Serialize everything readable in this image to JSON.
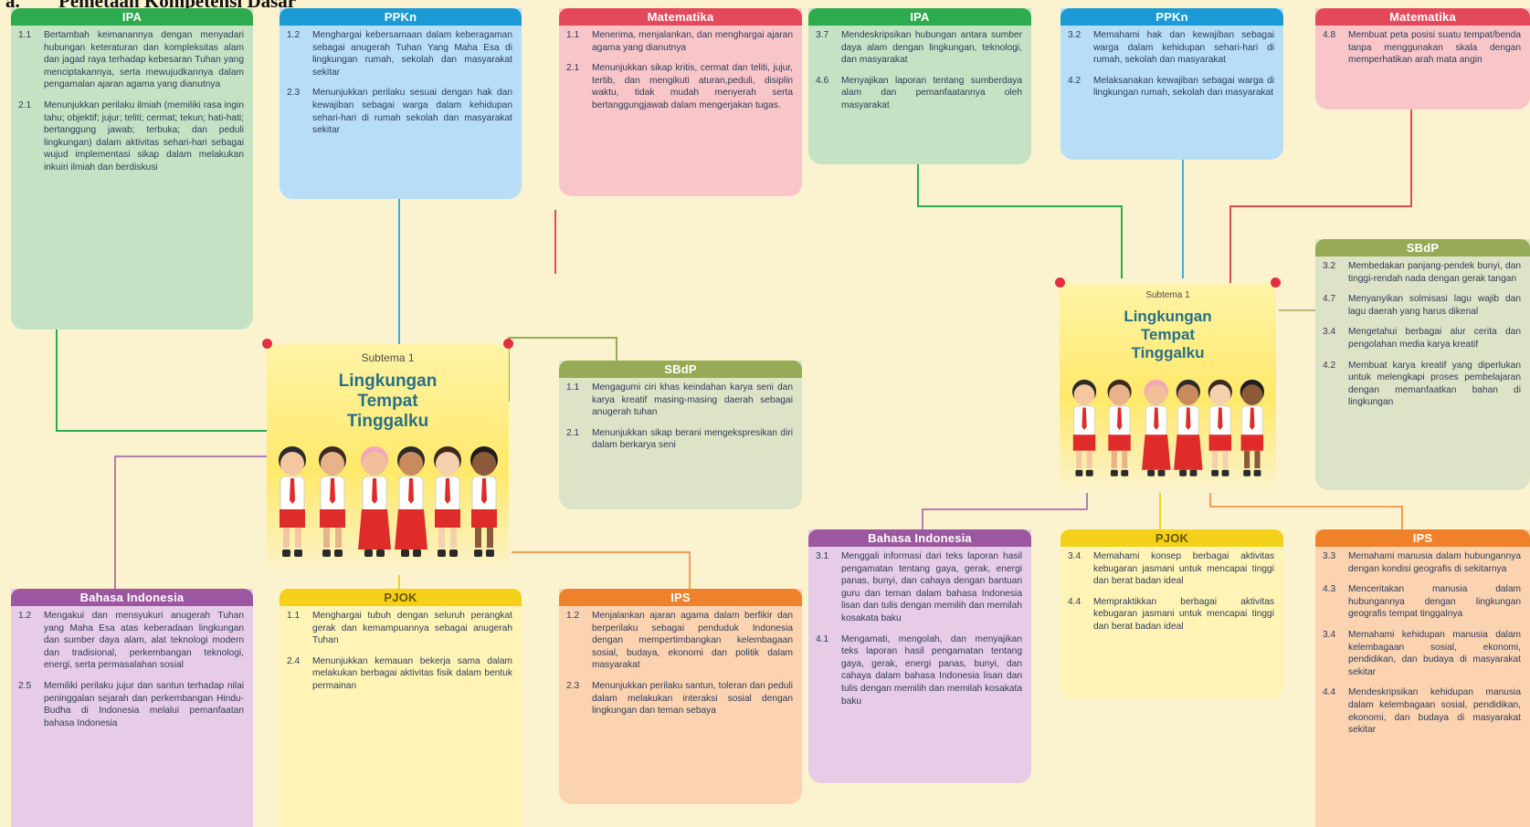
{
  "title": {
    "number": "a.",
    "text": "Pemetaan Kompetensi Dasar"
  },
  "colors": {
    "ipa": "#2eaa4f",
    "ipa_bg": "#c6e2c4",
    "ppkn": "#1b9ad6",
    "ppkn_bg": "#b7def6",
    "mat": "#e4495b",
    "mat_bg": "#f8c6c8",
    "sbdp": "#97aa55",
    "sbdp_bg": "#dde3c6",
    "bindo": "#9b57a0",
    "bindo_bg": "#e6cce6",
    "pjok": "#f3d11a",
    "pjok_bg": "#fff4b5",
    "ips": "#f0812b",
    "ips_bg": "#fbd3b1",
    "line_blue": "#3aaee0",
    "line_green": "#2eaa4f",
    "line_red": "#e4495b",
    "line_olive": "#97aa55",
    "line_purple": "#9b57a0",
    "line_orange": "#f0812b"
  },
  "left": {
    "ipa": {
      "header": "IPA",
      "items": [
        {
          "n": "1.1",
          "t": "Bertambah keimanannya dengan menyadari hubungan keteraturan dan kompleksitas alam dan jagad raya terhadap kebesaran Tuhan yang menciptakannya, serta mewujudkannya dalam pengamalan ajaran agama yang dianutnya"
        },
        {
          "n": "2.1",
          "t": "Menunjukkan perilaku ilmiah (memiliki rasa ingin tahu; objektif; jujur; teliti; cermat; tekun; hati-hati; bertanggung jawab; terbuka; dan peduli lingkungan) dalam aktivitas sehari-hari sebagai wujud implementasi sikap dalam melakukan inkuiri ilmiah dan berdiskusi"
        }
      ]
    },
    "ppkn": {
      "header": "PPKn",
      "items": [
        {
          "n": "1.2",
          "t": "Menghargai kebersamaan dalam keberagaman sebagai anugerah Tuhan Yang Maha Esa di lingkungan rumah, sekolah dan masyarakat sekitar"
        },
        {
          "n": "2.3",
          "t": "Menunjukkan perilaku sesuai dengan hak dan kewajiban sebagai warga dalam kehidupan sehari-hari di rumah sekolah dan masyarakat sekitar"
        }
      ]
    },
    "mat": {
      "header": "Matematika",
      "items": [
        {
          "n": "1.1",
          "t": "Menerima, menjalankan, dan menghargai ajaran agama yang dianutnya"
        },
        {
          "n": "2.1",
          "t": "Menunjukkan sikap kritis, cermat dan teliti, jujur, tertib, dan mengikuti aturan,peduli, disiplin waktu, tidak mudah menyerah serta bertanggungjawab dalam mengerjakan tugas."
        }
      ]
    },
    "sbdp": {
      "header": "SBdP",
      "items": [
        {
          "n": "1.1",
          "t": "Mengagumi ciri khas keindahan karya seni dan karya kreatif masing-masing daerah sebagai anugerah tuhan"
        },
        {
          "n": "2.1",
          "t": "Menunjukkan sikap berani mengekspresikan diri dalam berkarya seni"
        }
      ]
    },
    "bindo": {
      "header": "Bahasa Indonesia",
      "items": [
        {
          "n": "1.2",
          "t": "Mengakui dan mensyukuri anugerah Tuhan yang Maha Esa atas keberadaan lingkungan dan sumber daya alam, alat teknologi modern dan tradisional, perkembangan teknologi, energi, serta permasalahan sosial"
        },
        {
          "n": "2.5",
          "t": "Memiliki perilaku jujur dan santun terhadap nilai peninggalan sejarah dan perkembangan Hindu-Budha di Indonesia melalui pemanfaatan bahasa Indonesia"
        }
      ]
    },
    "pjok": {
      "header": "PJOK",
      "items": [
        {
          "n": "1.1",
          "t": "Menghargai tubuh dengan seluruh perangkat gerak dan kemampuannya sebagai anugerah Tuhan"
        },
        {
          "n": "2.4",
          "t": "Menunjukkan kemauan bekerja sama dalam melakukan berbagai aktivitas fisik dalam bentuk permainan"
        }
      ]
    },
    "ips": {
      "header": "IPS",
      "items": [
        {
          "n": "1.2",
          "t": "Menjalankan ajaran agama dalam berfikir dan berperilaku sebagai penduduk Indonesia dengan mempertimbangkan kelembagaan sosial, budaya, ekonomi dan politik dalam masyarakat"
        },
        {
          "n": "2.3",
          "t": "Menunjukkan perilaku santun, toleran dan peduli dalam melakukan interaksi sosial dengan lingkungan dan teman sebaya"
        }
      ]
    },
    "poster": {
      "subtitle": "Subtema 1",
      "title_lines": [
        "Lingkungan",
        "Tempat",
        "Tinggalku"
      ]
    }
  },
  "right": {
    "ipa": {
      "header": "IPA",
      "items": [
        {
          "n": "3.7",
          "t": "Mendeskripsikan hubungan antara sumber daya alam dengan lingkungan, teknologi, dan masyarakat"
        },
        {
          "n": "4.6",
          "t": "Menyajikan laporan tentang sumberdaya alam dan pemanfaatannya oleh masyarakat"
        }
      ]
    },
    "ppkn": {
      "header": "PPKn",
      "items": [
        {
          "n": "3.2",
          "t": "Memahami hak dan kewajiban sebagai warga dalam kehidupan sehari-hari di rumah, sekolah dan masyarakat"
        },
        {
          "n": "4.2",
          "t": "Melaksanakan kewajiban sebagai warga di lingkungan rumah, sekolah dan masyarakat"
        }
      ]
    },
    "mat": {
      "header": "Matematika",
      "items": [
        {
          "n": "4.8",
          "t": "Membuat peta posisi suatu tempat/benda tanpa menggunakan skala dengan memperhatikan arah mata angin"
        }
      ]
    },
    "sbdp": {
      "header": "SBdP",
      "items": [
        {
          "n": "3.2",
          "t": "Membedakan panjang-pendek bunyi, dan tinggi-rendah nada dengan gerak tangan"
        },
        {
          "n": "4.7",
          "t": "Menyanyikan solmisasi lagu wajib dan lagu daerah yang harus dikenal"
        },
        {
          "n": "3.4",
          "t": "Mengetahui berbagai alur cerita dan pengolahan media karya kreatif"
        },
        {
          "n": "4.2",
          "t": "Membuat karya kreatif yang diperlukan untuk melengkapi proses pembelajaran dengan memanfaatkan bahan di lingkungan"
        }
      ]
    },
    "bindo": {
      "header": "Bahasa Indonesia",
      "items": [
        {
          "n": "3.1",
          "t": "Menggali informasi dari teks laporan hasil pengamatan tentang gaya, gerak, energi panas, bunyi, dan cahaya dengan bantuan guru dan teman dalam bahasa Indonesia lisan dan tulis dengan memilih dan memilah kosakata baku"
        },
        {
          "n": "4.1",
          "t": "Mengamati, mengolah, dan menyajikan teks laporan hasil pengamatan tentang gaya, gerak, energi panas, bunyi, dan cahaya dalam bahasa Indonesia lisan dan tulis dengan memilih dan memilah kosakata baku"
        }
      ]
    },
    "pjok": {
      "header": "PJOK",
      "items": [
        {
          "n": "3.4",
          "t": "Memahami konsep berbagai aktivitas kebugaran jasmani untuk mencapai tinggi dan berat badan ideal"
        },
        {
          "n": "4.4",
          "t": "Mempraktikkan berbagai aktivitas kebugaran jasmani untuk mencapai tinggi dan berat badan ideal"
        }
      ]
    },
    "ips": {
      "header": "IPS",
      "items": [
        {
          "n": "3.3",
          "t": "Memahami manusia dalam hubungannya dengan kondisi geografis di sekitarnya"
        },
        {
          "n": "4.3",
          "t": "Menceritakan manusia dalam hubungannya dengan lingkungan geografis tempat tinggalnya"
        },
        {
          "n": "3.4",
          "t": "Memahami kehidupan manusia dalam kelembagaan sosial, ekonomi, pendidikan, dan budaya di masyarakat sekitar"
        },
        {
          "n": "4.4",
          "t": "Mendeskripsikan kehidupan manusia dalam kelembagaan sosial, pendidikan, ekonomi, dan budaya di masyarakat sekitar"
        }
      ]
    },
    "poster": {
      "subtitle": "Subtema 1",
      "title_lines": [
        "Lingkungan",
        "Tempat",
        "Tinggalku"
      ]
    }
  }
}
